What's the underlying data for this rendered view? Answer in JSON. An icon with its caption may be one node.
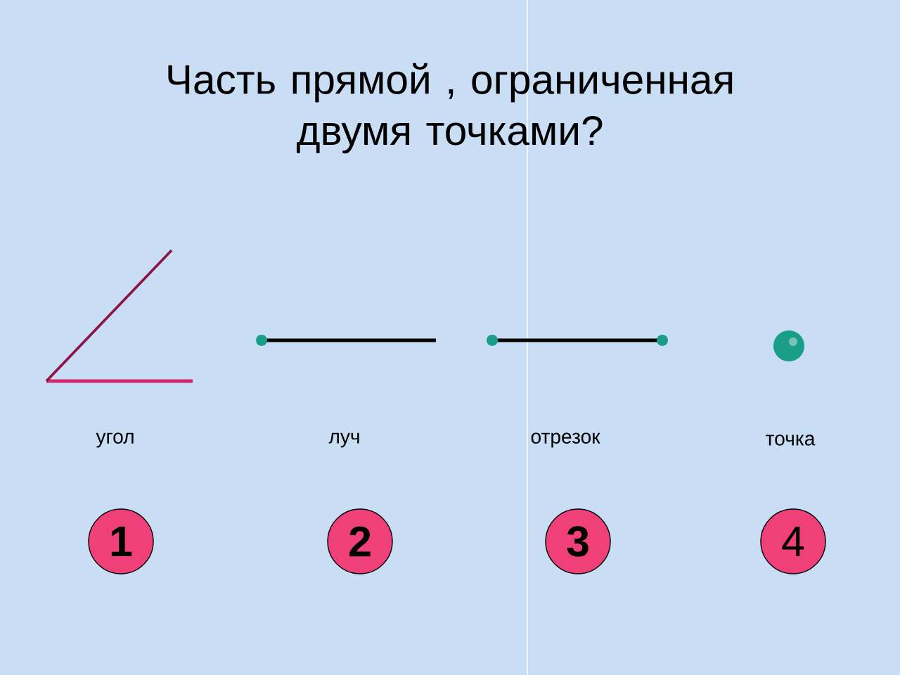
{
  "diagram": {
    "title": "Часть прямой , ограниченная двумя точками?",
    "nodes": [
      {
        "text": [
          "1"
        ]
      },
      {
        "text": [
          "2"
        ]
      },
      {
        "text": [
          "3"
        ]
      },
      {
        "text": [
          "4"
        ]
      }
    ],
    "labels": [
      "угол",
      "луч",
      "отрезок",
      "точка"
    ]
  }
}
